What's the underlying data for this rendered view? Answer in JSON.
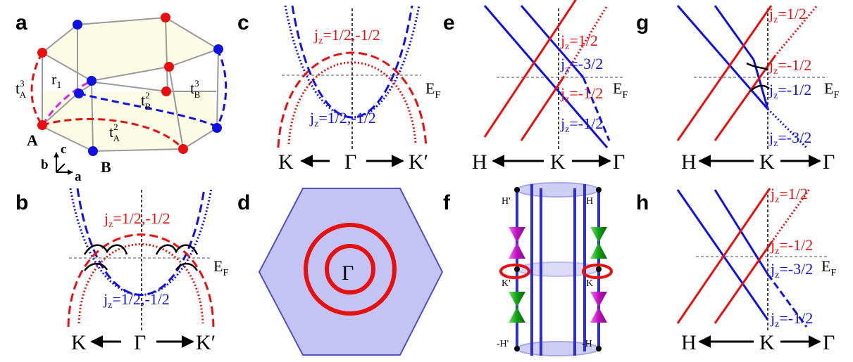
{
  "panels": {
    "a": {
      "label": "a",
      "A": "A",
      "B": "B",
      "r1": "r",
      "r1_sub": "1",
      "t2A": "t",
      "t2A_sup": "2",
      "t2A_sub": "A",
      "t2B": "t",
      "t2B_sup": "2",
      "t2B_sub": "B",
      "t3A": "t",
      "t3A_sup": "3",
      "t3A_sub": "A",
      "t3B": "t",
      "t3B_sup": "3",
      "t3B_sub": "B",
      "axis_c": "c",
      "axis_b": "b",
      "axis_a": "a"
    },
    "b": {
      "label": "b",
      "red_j": "j",
      "red_j_sub": "z",
      "red_j_val": "=1/2,-1/2",
      "blue_j": "j",
      "blue_j_sub": "z",
      "blue_j_val": "=1/2,-1/2",
      "EF": "E",
      "EF_sub": "F",
      "left": "K",
      "mid": "Γ",
      "right": "K′"
    },
    "c": {
      "label": "c",
      "red_j": "j",
      "red_j_sub": "z",
      "red_j_val": "=1/2,-1/2",
      "blue_j": "j",
      "blue_j_sub": "z",
      "blue_j_val": "=1/2,-1/2",
      "EF": "E",
      "EF_sub": "F",
      "left": "K",
      "mid": "Γ",
      "right": "K′"
    },
    "d": {
      "label": "d",
      "center": "Γ"
    },
    "e": {
      "label": "e",
      "j1": "j",
      "j1_sub": "z",
      "j1_val": "=1/2",
      "j2": "j",
      "j2_sub": "z",
      "j2_val": "=-3/2",
      "j3": "j",
      "j3_sub": "z",
      "j3_val": "=-1/2",
      "j4": "j",
      "j4_sub": "z",
      "j4_val": "=-1/2",
      "EF": "E",
      "EF_sub": "F",
      "left": "H",
      "mid": "K",
      "right": "Γ"
    },
    "f": {
      "label": "f",
      "tl": "H'",
      "tr": "H",
      "ml": "K'",
      "mr": "K",
      "bl": "-H'",
      "br": "-H"
    },
    "g": {
      "label": "g",
      "j1": "j",
      "j1_sub": "z",
      "j1_val": "=1/2",
      "j2": "j",
      "j2_sub": "z",
      "j2_val": "=-1/2",
      "j3": "j",
      "j3_sub": "z",
      "j3_val": "=-1/2",
      "j4": "j",
      "j4_sub": "z",
      "j4_val": "=-3/2",
      "EF": "E",
      "EF_sub": "F",
      "left": "H",
      "mid": "K",
      "right": "Γ"
    },
    "h": {
      "label": "h",
      "j1": "j",
      "j1_sub": "z",
      "j1_val": "=1/2",
      "j2": "j",
      "j2_sub": "z",
      "j2_val": "=-1/2",
      "j3": "j",
      "j3_sub": "z",
      "j3_val": "=-3/2",
      "j4": "j",
      "j4_sub": "z",
      "j4_val": "=-1/2",
      "EF": "E",
      "EF_sub": "F",
      "left": "H",
      "mid": "K",
      "right": "Γ"
    }
  },
  "colors": {
    "red": "#e8100e",
    "blue": "#1010e0",
    "magenta": "#e020e0",
    "hexfill": "#c4c4f4",
    "cellfill": "#fbfbe6"
  }
}
